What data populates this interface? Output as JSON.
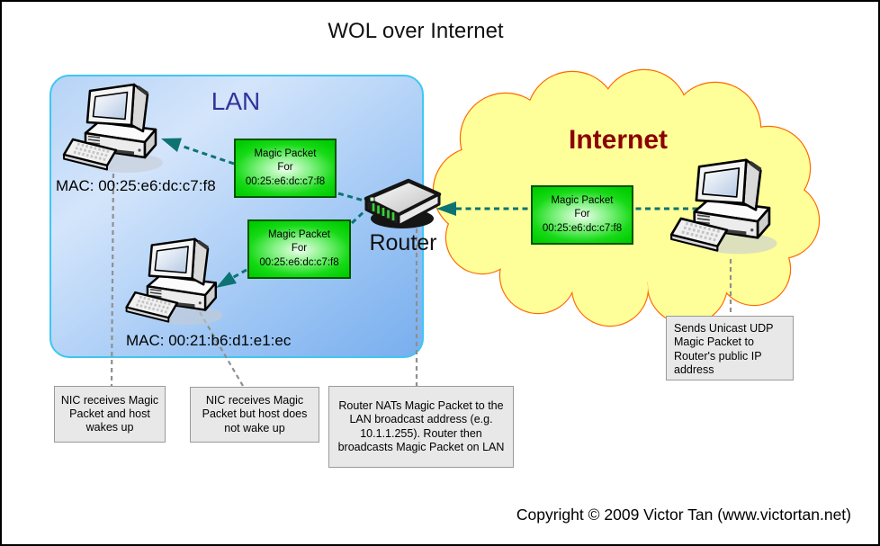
{
  "title": "WOL over Internet",
  "lan": {
    "label": "LAN",
    "mac1": "MAC: 00:25:e6:dc:c7:f8",
    "mac2": "MAC: 00:21:b6:d1:e1:ec"
  },
  "internet": {
    "label": "Internet"
  },
  "router": {
    "label": "Router"
  },
  "packets": {
    "lan_top": "Magic Packet\nFor\n00:25:e6:dc:c7:f8",
    "lan_bottom": "Magic Packet\nFor\n00:25:e6:dc:c7:f8",
    "internet": "Magic Packet\nFor\n00:25:e6:dc:c7:f8"
  },
  "callouts": {
    "wake": "NIC receives Magic Packet and host wakes up",
    "no_wake": "NIC receives Magic Packet but host does not wake up",
    "router_nat": "Router NATs Magic Packet to the LAN broadcast address (e.g. 10.1.1.255). Router then broadcasts Magic Packet on LAN",
    "sender": "Sends Unicast UDP Magic Packet to Router's public IP address"
  },
  "copyright": "Copyright © 2009 Victor Tan (www.victortan.net)",
  "colors": {
    "lan_border": "#3fc6f2",
    "lan_text": "#333399",
    "cloud_fill": "#ffff99",
    "cloud_border": "#ff6a00",
    "internet_text": "#8b0000",
    "packet_green": "#00cc00",
    "packet_border": "#005500",
    "arrow_teal": "#0c7373",
    "callout_fill": "#e8e8e8"
  }
}
